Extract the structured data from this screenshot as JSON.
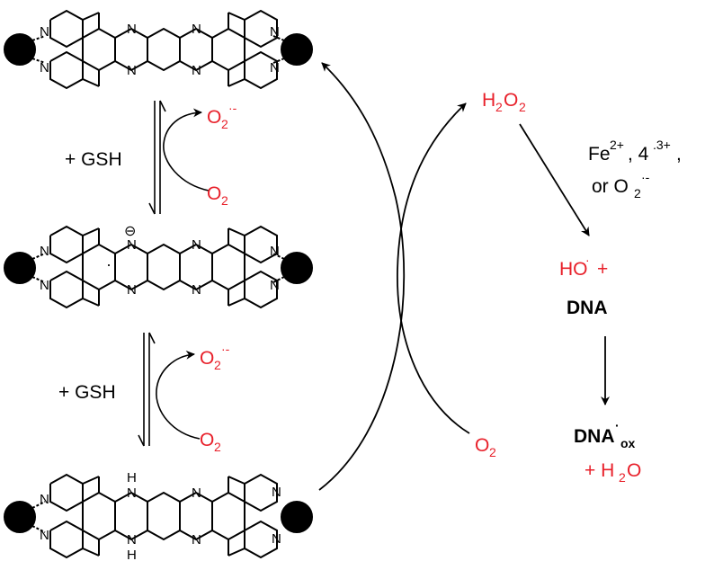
{
  "colors": {
    "red": "#e8202a",
    "black": "#000000"
  },
  "molecules": {
    "top": {
      "left_n_top": "N",
      "left_n_bot": "N",
      "center_n_1": "N",
      "center_n_2": "N",
      "center_n_3": "N",
      "center_n_4": "N",
      "right_n_top": "N",
      "right_n_bot": "N"
    },
    "middle": {
      "left_n_top": "N",
      "left_n_bot": "N",
      "anion_n": "N",
      "anion_charge": "⊖",
      "center_n_2": "N",
      "center_n_3": "N",
      "center_n_4": "N",
      "right_n_top": "N",
      "right_n_bot": "N",
      "radical_dot": "·"
    },
    "bottom": {
      "left_n_top": "N",
      "left_n_bot": "N",
      "nh_top_h": "H",
      "nh_top_n": "N",
      "nh_bot_n": "N",
      "nh_bot_h": "H",
      "center_n_3": "N",
      "center_n_4": "N",
      "right_n_top": "N",
      "right_n_bot": "N"
    }
  },
  "reagents": {
    "gsh_1": "+ GSH",
    "gsh_2": "+ GSH",
    "o2_label": "O",
    "o2_sub": "2",
    "sup_dot_minus": "·-"
  },
  "right_scheme": {
    "h2o2_h1": "H",
    "h2o2_sub1": "2",
    "h2o2_o": "O",
    "h2o2_sub2": "2",
    "fe_text": "Fe",
    "fe_sup": "2+",
    "comma": ", 4",
    "four_sup": ".3+",
    "comma2": ",",
    "or_text": "or O",
    "or_sub": "2",
    "or_sup": "·-",
    "ho_text": "HO",
    "ho_sup": "·",
    "plus": "+",
    "dna": "DNA",
    "dna_ox": "DNA",
    "dna_ox_sup": "·",
    "dna_ox_sub": "ox",
    "plus_h2o": "+ H",
    "h2o_sub": "2",
    "h2o_o": "O"
  }
}
